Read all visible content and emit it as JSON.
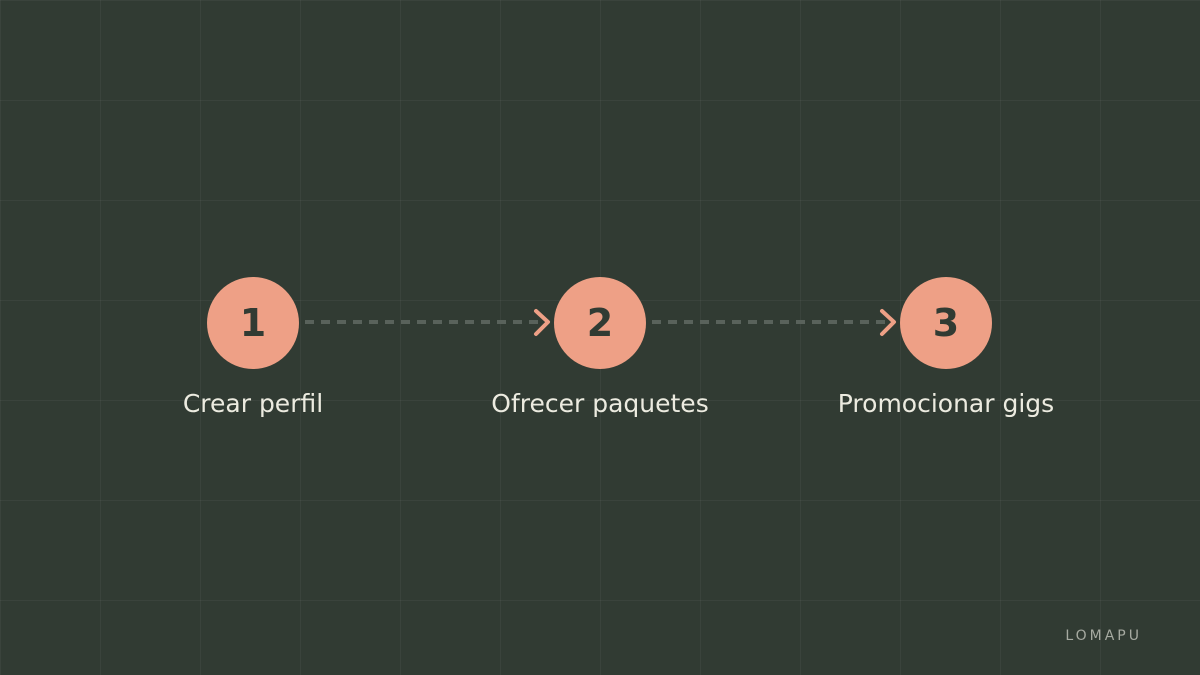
{
  "colors": {
    "background": "#313b33",
    "accent": "#eea086",
    "number_text": "#313b33",
    "label_text": "#ecebe0",
    "connector_dash": "#59625b",
    "brand_text": "#a6aaa1"
  },
  "steps": [
    {
      "number": "1",
      "label": "Crear perfil"
    },
    {
      "number": "2",
      "label": "Ofrecer paquetes"
    },
    {
      "number": "3",
      "label": "Promocionar gigs"
    }
  ],
  "brand": "LOMAPU"
}
